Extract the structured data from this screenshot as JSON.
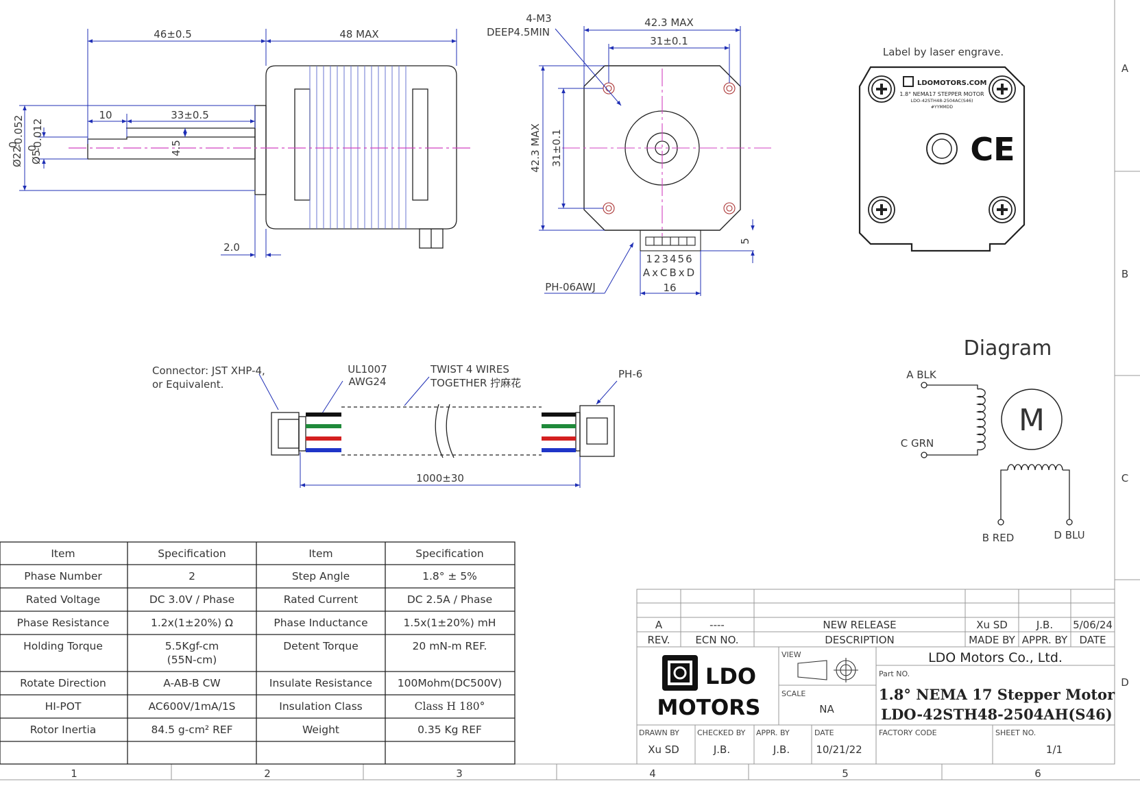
{
  "zones": {
    "rows": [
      "A",
      "B",
      "C",
      "D"
    ],
    "cols": [
      "1",
      "2",
      "3",
      "4",
      "5",
      "6"
    ]
  },
  "side_view": {
    "dims": [
      "46±0.5",
      "48 MAX",
      "10",
      "33±0.5",
      "Ø22",
      "0",
      "-0.052",
      "Ø5",
      "0",
      "-0.012",
      "4.5",
      "2.0"
    ]
  },
  "front_view": {
    "hole_note_1": "4-M3",
    "hole_note_2": "DEEP4.5MIN",
    "dim_width_max": "42.3 MAX",
    "dim_width_pitch": "31±0.1",
    "dim_height_max": "42.3 MAX",
    "dim_height_pitch": "31±0.1",
    "dim_5": "5",
    "pin_numbers": "123456",
    "pin_map": "AxCBxD",
    "connector": "PH-06AWJ",
    "dim_16": "16"
  },
  "label_view": {
    "caption": "Label by laser engrave.",
    "brand": "LDOMOTORS.COM",
    "line1": "1.8° NEMA17 STEPPER MOTOR",
    "line2": "LDO-42STH48-2504AC(S46)",
    "line3": "#YYMMDD",
    "ce": "CE"
  },
  "cable": {
    "connector_note_1": "Connector: JST XHP-4,",
    "connector_note_2": "or Equivalent.",
    "wire_note_1": "UL1007",
    "wire_note_2": "AWG24",
    "twist_note_1": "TWIST 4 WIRES",
    "twist_note_2": "TOGETHER 拧麻花",
    "ph_note": "PH-6",
    "length": "1000±30",
    "colors": {
      "black": "#111111",
      "green": "#1f8a3a",
      "red": "#d42020",
      "blue": "#1f35c8"
    }
  },
  "diagram": {
    "title": "Diagram",
    "motor": "M",
    "a": "A BLK",
    "c": "C GRN",
    "b": "B RED",
    "d": "D BLU"
  },
  "spec_table": {
    "headers": [
      "Item",
      "Specification",
      "Item",
      "Specification"
    ],
    "rows": [
      [
        "Phase Number",
        "2",
        "Step Angle",
        "1.8° ± 5%"
      ],
      [
        "Rated Voltage",
        "DC 3.0V / Phase",
        "Rated Current",
        "DC 2.5A / Phase"
      ],
      [
        "Phase Resistance",
        "1.2x(1±20%) Ω",
        "Phase Inductance",
        "1.5x(1±20%) mH"
      ],
      [
        "Holding Torque",
        "5.5Kgf-cm",
        "Detent Torque",
        "20 mN-m REF."
      ],
      [
        "Rotate Direction",
        "A-AB-B CW",
        "Insulate Resistance",
        "100Mohm(DC500V)"
      ],
      [
        "HI-POT",
        "AC600V/1mA/1S",
        "Insulation Class",
        "Class H 180°"
      ],
      [
        "Rotor Inertia",
        "84.5 g-cm² REF",
        "Weight",
        "0.35 Kg REF"
      ],
      [
        "",
        "",
        "",
        ""
      ]
    ],
    "holding_torque_sub": "(55N-cm)"
  },
  "title_block": {
    "rev_row": [
      "A",
      "----",
      "NEW RELEASE",
      "Xu SD",
      "J.B.",
      "5/06/24"
    ],
    "rev_head": [
      "REV.",
      "ECN NO.",
      "DESCRIPTION",
      "MADE BY",
      "APPR. BY",
      "DATE"
    ],
    "logo_1": "LDO",
    "logo_2": "MOTORS",
    "view_label": "VIEW",
    "scale_label": "SCALE",
    "scale_value": "NA",
    "company": "LDO Motors Co., Ltd.",
    "part_no_label": "Part NO.",
    "part_name_1": "1.8° NEMA 17 Stepper Motor",
    "part_name_2": "LDO-42STH48-2504AH(S46)",
    "drawn_by_label": "DRAWN BY",
    "drawn_by": "Xu SD",
    "checked_by_label": "CHECKED BY",
    "checked_by": "J.B.",
    "appr_by_label": "APPR. BY",
    "appr_by": "J.B.",
    "date_label": "DATE",
    "date": "10/21/22",
    "factory_code_label": "FACTORY CODE",
    "sheet_no_label": "SHEET NO.",
    "sheet_no": "1/1"
  }
}
